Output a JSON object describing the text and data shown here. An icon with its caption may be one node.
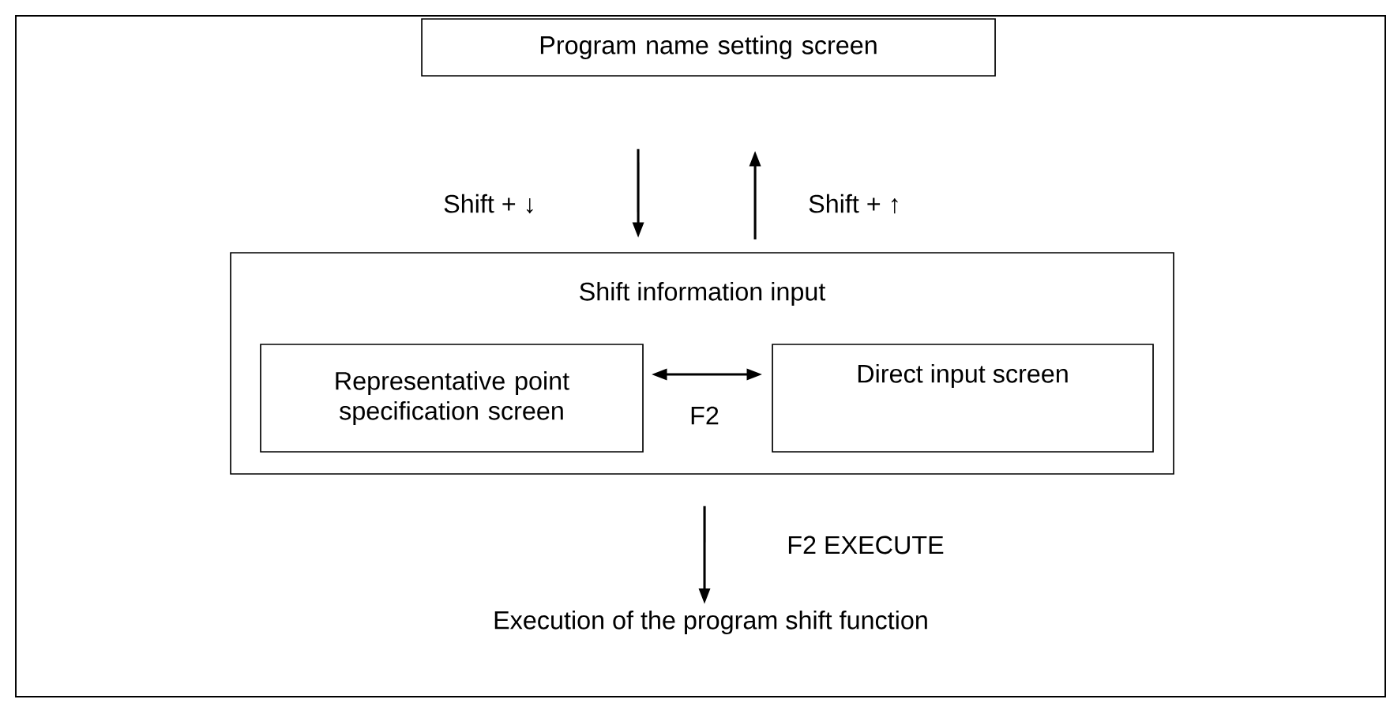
{
  "diagram": {
    "nodes": [
      {
        "text": [
          "Program name setting screen"
        ]
      },
      {
        "text": [
          "Shift information input"
        ]
      },
      {
        "text": [
          "Representative point specification screen"
        ],
        "in": 1
      },
      {
        "text": [
          "Direct input screen"
        ],
        "in": 1
      },
      {
        "text": [
          "Execution of the program shift function"
        ]
      }
    ],
    "edges": [
      {
        "from": 0,
        "to": 1,
        "arrow": "to",
        "label": "Shift + ↓"
      },
      {
        "from": 1,
        "to": 0,
        "arrow": "to",
        "label": "Shift + ↑"
      },
      {
        "from": 2,
        "to": 3,
        "arrow": "both",
        "label": "F2"
      },
      {
        "from": 1,
        "to": 4,
        "arrow": "to",
        "label": "F2 EXECUTE"
      }
    ]
  }
}
